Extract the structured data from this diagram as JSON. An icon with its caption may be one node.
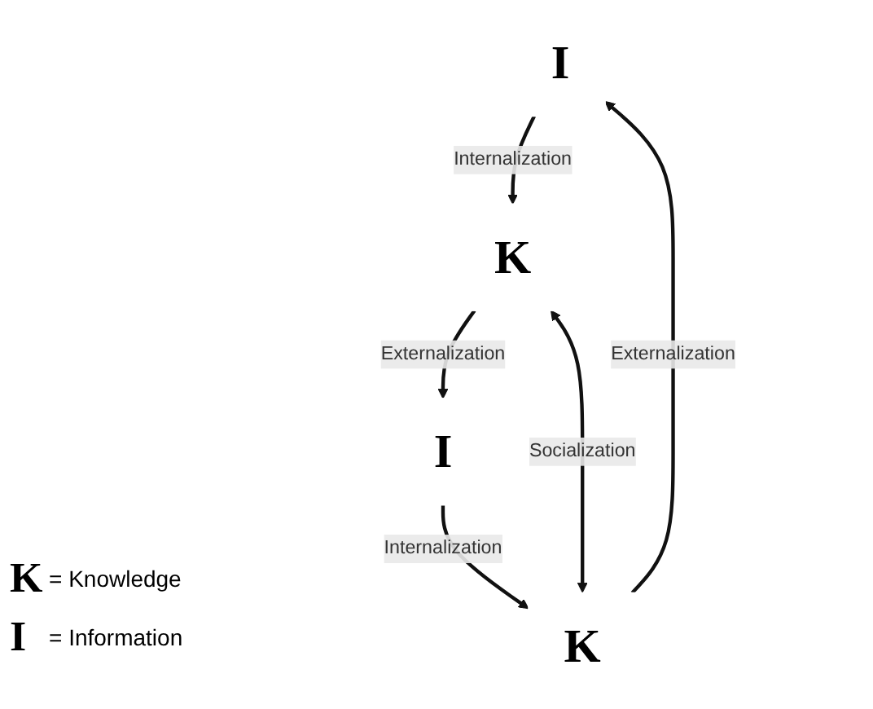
{
  "diagram": {
    "nodes": [
      {
        "text": [
          "I"
        ]
      },
      {
        "text": [
          "K"
        ]
      },
      {
        "text": [
          "K"
        ]
      },
      {
        "text": [
          "I"
        ]
      }
    ],
    "edges": [
      {
        "from": 1,
        "to": 0,
        "arrow": "to",
        "label": "Externalization"
      },
      {
        "from": 0,
        "to": 2,
        "arrow": "to",
        "label": "Internalization"
      },
      {
        "from": 1,
        "to": 2,
        "arrow": "both",
        "label": "Socialization"
      },
      {
        "from": 2,
        "to": 3,
        "arrow": "to",
        "label": "Externalization"
      },
      {
        "from": 3,
        "to": 1,
        "arrow": "to",
        "label": "Internalization"
      }
    ],
    "labels": [
      "K",
      "= Knowledge",
      "I",
      "= Information"
    ]
  }
}
